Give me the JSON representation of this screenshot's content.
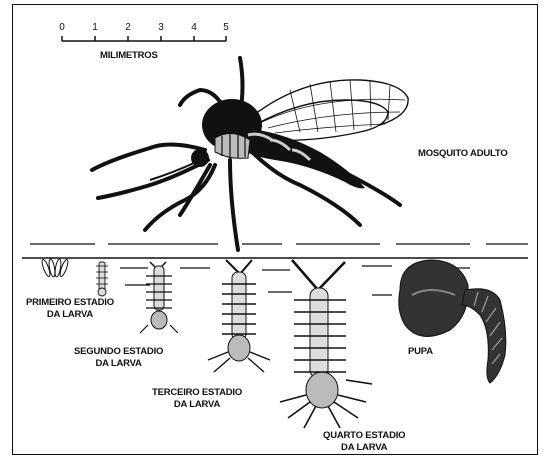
{
  "scale": {
    "ticks": [
      "0",
      "1",
      "2",
      "3",
      "4",
      "5"
    ],
    "unit": "MILIMETROS"
  },
  "labels": {
    "adult": "MOSQUITO ADULTO",
    "first": [
      "PRIMEIRO ESTADIO",
      "DA LARVA"
    ],
    "second": [
      "SEGUNDO ESTADIO",
      "DA LARVA"
    ],
    "third": [
      "TERCEIRO ESTADIO",
      "DA LARVA"
    ],
    "fourth": [
      "QUARTO ESTADIO",
      "DA LARVA"
    ],
    "pupa": "PUPA"
  }
}
